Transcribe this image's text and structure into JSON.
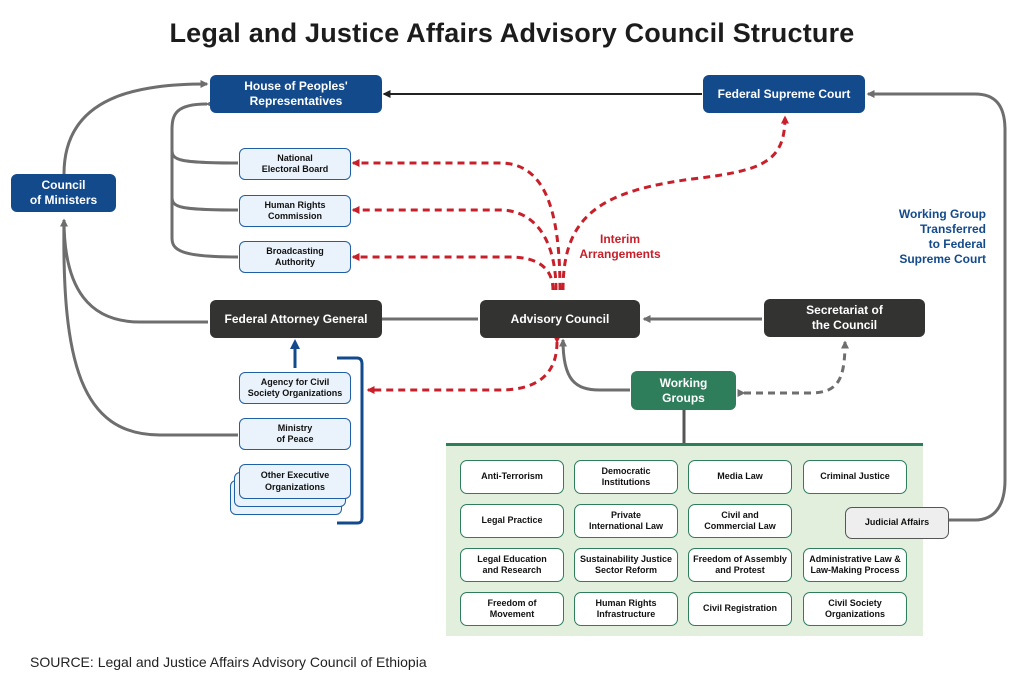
{
  "title": "Legal and Justice Affairs Advisory Council Structure",
  "source_prefix": "SOURCE:",
  "source_text": "Legal and Justice Affairs Advisory Council of Ethiopia",
  "colors": {
    "navy": "#124a8c",
    "dark": "#333332",
    "green": "#2e7d5b",
    "red_dashed": "#c8202a",
    "gray_line": "#6e6e6e",
    "panel": "#e2efdc"
  },
  "nodes": {
    "house": "House of Peoples'\nRepresentatives",
    "supreme_court": "Federal Supreme Court",
    "council_ministers": "Council\nof Ministers",
    "electoral_board": "National\nElectoral Board",
    "human_rights": "Human Rights\nCommission",
    "broadcasting": "Broadcasting\nAuthority",
    "attorney_general": "Federal Attorney General",
    "advisory_council": "Advisory Council",
    "secretariat": "Secretariat of\nthe Council",
    "agency_cso": "Agency for Civil\nSociety Organizations",
    "ministry_peace": "Ministry\nof Peace",
    "other_exec": "Other Executive\nOrganizations",
    "working_groups": "Working\nGroups"
  },
  "labels": {
    "interim": "Interim\nArrangements",
    "transferred": "Working Group\nTransferred\nto Federal\nSupreme Court"
  },
  "working_groups": [
    "Anti-Terrorism",
    "Democratic\nInstitutions",
    "Media Law",
    "Criminal Justice",
    "Legal Practice",
    "Private\nInternational Law",
    "Civil and\nCommercial Law",
    "Legal Education\nand Research",
    "Sustainability Justice\nSector Reform",
    "Freedom of Assembly\nand Protest",
    "Administrative Law &\nLaw-Making Process",
    "Freedom of\nMovement",
    "Human Rights\nInfrastructure",
    "Civil Registration",
    "Civil Society\nOrganizations"
  ],
  "judicial_affairs": "Judicial Affairs"
}
